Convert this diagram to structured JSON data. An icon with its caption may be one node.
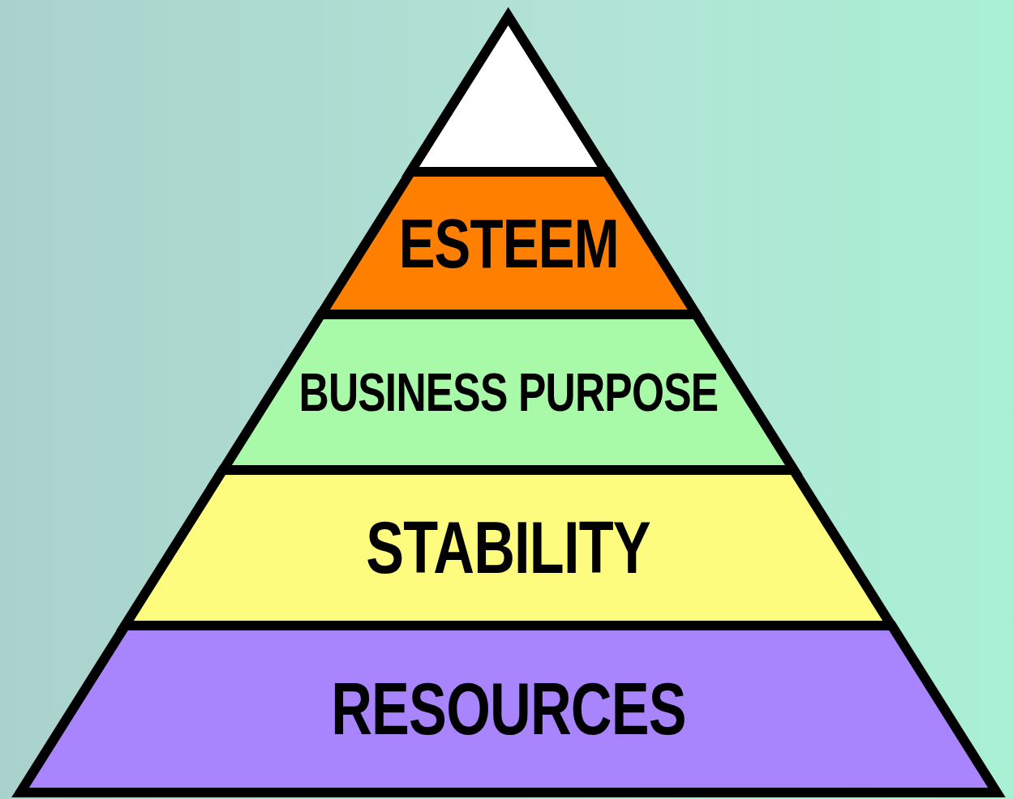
{
  "diagram": {
    "nodes": [
      {
        "text": [],
        "shape": "triangle"
      },
      {
        "text": [
          "ESTEEM"
        ]
      },
      {
        "text": [
          "BUSINESS PURPOSE"
        ]
      },
      {
        "text": [
          "STABILITY"
        ]
      },
      {
        "text": [
          "RESOURCES"
        ]
      }
    ]
  }
}
